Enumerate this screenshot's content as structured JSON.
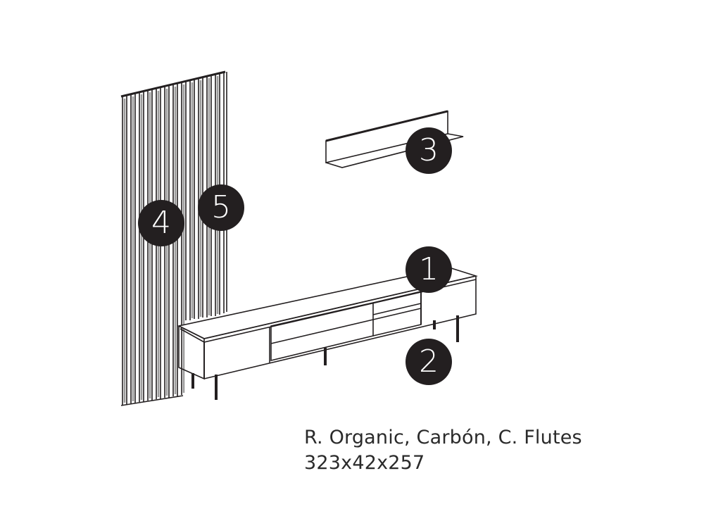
{
  "diagram": {
    "title": "Furniture composition line drawing",
    "colors": {
      "line": "#231f20",
      "badge_fill": "#231f20",
      "badge_text": "#ffffff",
      "background": "#ffffff",
      "caption_text": "#2a2a2a"
    },
    "components": [
      {
        "id": 1,
        "label": "1",
        "description": "TV cabinet top / right door module"
      },
      {
        "id": 2,
        "label": "2",
        "description": "TV cabinet legs / base"
      },
      {
        "id": 3,
        "label": "3",
        "description": "Wall shelf"
      },
      {
        "id": 4,
        "label": "4",
        "description": "Fluted wall panel (left)"
      },
      {
        "id": 5,
        "label": "5",
        "description": "Fluted wall panel (right)"
      }
    ]
  },
  "badges": {
    "b1": "1",
    "b2": "2",
    "b3": "3",
    "b4": "4",
    "b5": "5"
  },
  "caption": {
    "line1": "R. Organic, Carbón, C. Flutes",
    "line2": "323x42x257"
  }
}
